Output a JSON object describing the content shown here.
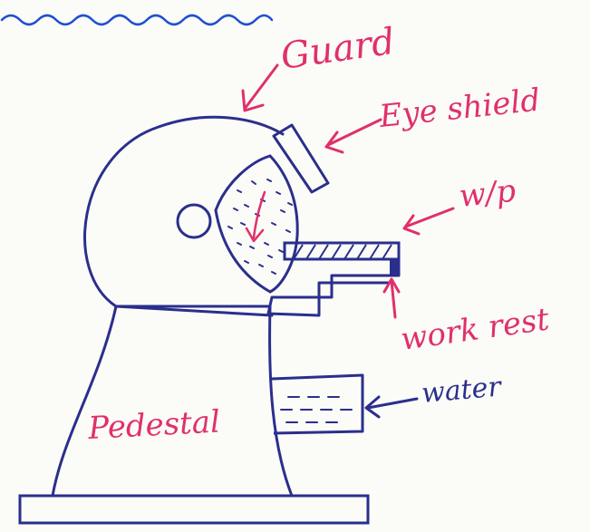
{
  "diagram": {
    "labels": {
      "guard": "Guard",
      "eye_shield": "Eye shield",
      "workpiece": "w/p",
      "work_rest": "work rest",
      "water": "water",
      "pedestal": "Pedestal"
    },
    "colors": {
      "ink_blue": "#2a2f8c",
      "ink_red": "#e0306a",
      "header_wave": "#1f4fd1",
      "paper": "#fbfbf8"
    }
  }
}
